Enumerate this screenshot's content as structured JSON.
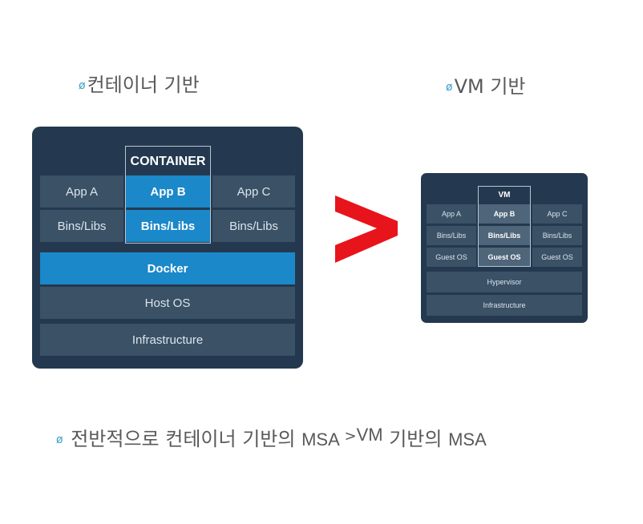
{
  "headings": {
    "bullet": "ø",
    "container_title": "컨테이너 기반",
    "vm_title": "VM 기반"
  },
  "container_diagram": {
    "tag": "CONTAINER",
    "apps": [
      "App A",
      "App B",
      "App C"
    ],
    "bins": [
      "Bins/Libs",
      "Bins/Libs",
      "Bins/Libs"
    ],
    "docker": "Docker",
    "host_os": "Host OS",
    "infrastructure": "Infrastructure"
  },
  "vm_diagram": {
    "tag": "VM",
    "apps": [
      "App A",
      "App B",
      "App C"
    ],
    "bins": [
      "Bins/Libs",
      "Bins/Libs",
      "Bins/Libs"
    ],
    "guest_os": [
      "Guest OS",
      "Guest OS",
      "Guest OS"
    ],
    "hypervisor": "Hypervisor",
    "infrastructure": "Infrastructure"
  },
  "comparison_symbol": ">",
  "summary": {
    "bullet": "ø",
    "part1": "전반적으로 컨테이너 기반의 ",
    "msa1": "MSA",
    "gt": " >",
    "vm": "VM",
    "part2": " 기반의 ",
    "msa2": "MSA"
  },
  "colors": {
    "panel": "#24394f",
    "cell": "#3a5166",
    "highlight": "#1a88c9",
    "arrow": "#e8141b",
    "text": "#595959"
  }
}
